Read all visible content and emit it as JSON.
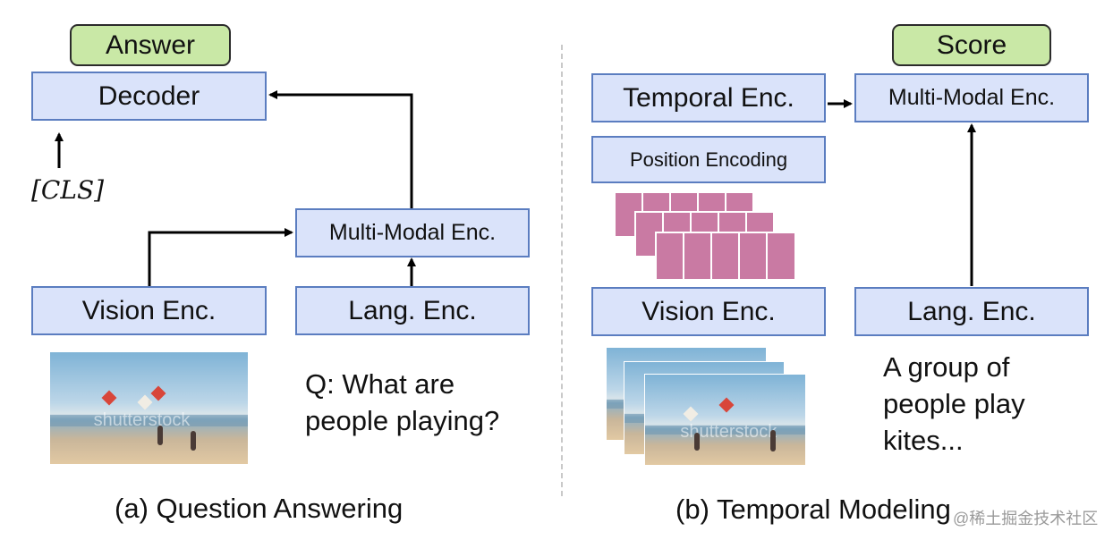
{
  "panel_a": {
    "answer": "Answer",
    "decoder": "Decoder",
    "cls_token": "[CLS]",
    "multimodal": "Multi-Modal Enc.",
    "vision": "Vision Enc.",
    "lang": "Lang. Enc.",
    "question_line1": "Q: What are",
    "question_line2": "people playing?",
    "photo_watermark": "shutterstock",
    "caption": "(a) Question Answering"
  },
  "panel_b": {
    "score": "Score",
    "temporal": "Temporal Enc.",
    "multimodal": "Multi-Modal Enc.",
    "position": "Position Encoding",
    "vision": "Vision Enc.",
    "lang": "Lang. Enc.",
    "text_line1": "A group of",
    "text_line2": "people play",
    "text_line3": "kites...",
    "photo_watermark": "shutterstock",
    "caption": "(b) Temporal Modeling"
  },
  "watermark": "@稀土掘金技术社区",
  "colors": {
    "encoder_fill": "#dae3fa",
    "encoder_border": "#5b7dc0",
    "output_fill": "#c9e8a6",
    "token_fill": "#c97aa3"
  }
}
